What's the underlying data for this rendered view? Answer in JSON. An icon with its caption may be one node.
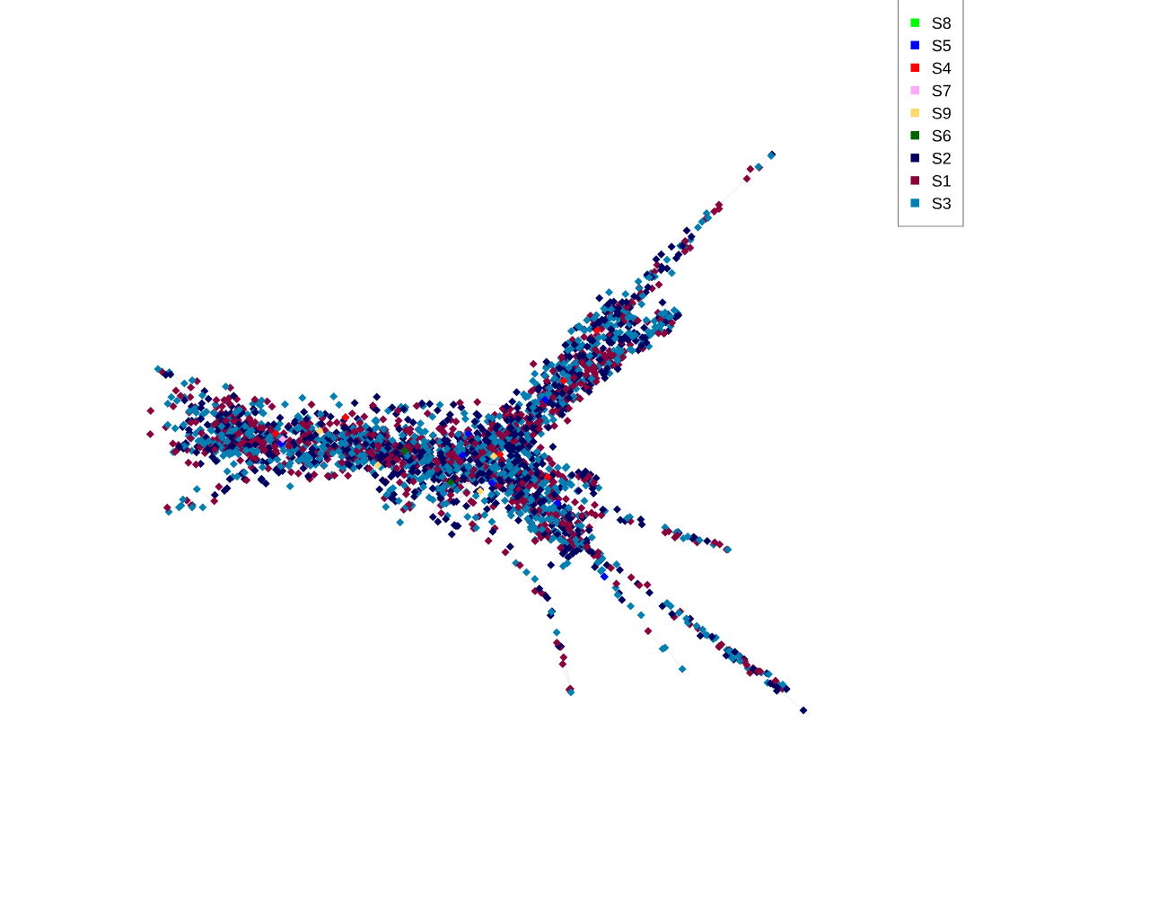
{
  "diagram": {
    "legend": [
      {
        "text": "S8",
        "color": "#00ff00"
      },
      {
        "text": "S5",
        "color": "#0000ff"
      },
      {
        "text": "S4",
        "color": "#ff0000"
      },
      {
        "text": "S7",
        "color": "#ffaaf8"
      },
      {
        "text": "S9",
        "color": "#ffd86a"
      },
      {
        "text": "S6",
        "color": "#006400"
      },
      {
        "text": "S2",
        "color": "#000060"
      },
      {
        "text": "S1",
        "color": "#8b003c"
      },
      {
        "text": "S3",
        "color": "#007fb2"
      }
    ]
  }
}
